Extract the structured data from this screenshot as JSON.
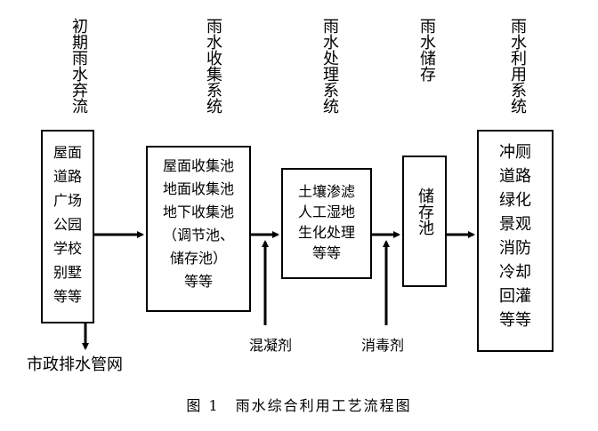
{
  "stages": [
    {
      "id": "initial-rain",
      "heading": "初期雨水弃流"
    },
    {
      "id": "collection",
      "heading": "雨水收集系统"
    },
    {
      "id": "treatment",
      "heading": "雨水处理系统"
    },
    {
      "id": "storage",
      "heading": "雨水储存"
    },
    {
      "id": "utilization",
      "heading": "雨水利用系统"
    }
  ],
  "boxes": {
    "sources": [
      "屋面",
      "道路",
      "广场",
      "公园",
      "学校",
      "别墅",
      "等等"
    ],
    "collection": [
      "屋面收集池",
      "地面收集池",
      "地下收集池",
      "（调节池、",
      "储存池）",
      "等等"
    ],
    "treatment": [
      "土壤渗滤",
      "人工湿地",
      "生化处理",
      "等等"
    ],
    "storage": "储存池",
    "utilization": [
      "冲厕",
      "道路",
      "绿化",
      "景观",
      "消防",
      "冷却",
      "回灌",
      "等等"
    ]
  },
  "inputs": {
    "coagulant": "混凝剂",
    "disinfectant": "消毒剂"
  },
  "outputs": {
    "drainage": "市政排水管网"
  },
  "caption": "图 1　雨水综合利用工艺流程图"
}
